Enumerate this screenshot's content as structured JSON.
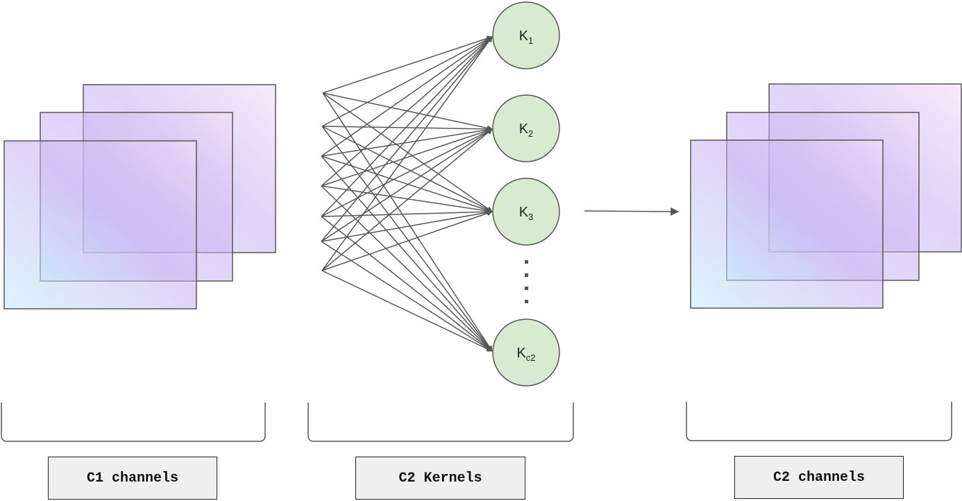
{
  "kernels": [
    {
      "base": "K",
      "sub": "1"
    },
    {
      "base": "K",
      "sub": "2"
    },
    {
      "base": "K",
      "sub": "3"
    },
    {
      "base": "K",
      "sub": "c2"
    }
  ],
  "captions": {
    "input": "C1 channels",
    "kernels": "C2 Kernels",
    "output": "C2 channels"
  },
  "colors": {
    "kernel_fill": "#d9ead3",
    "kernel_stroke": "#555555",
    "connection": "#555555",
    "layer_border": "#555555",
    "gradient_cyan": "#c6eefa",
    "gradient_violet": "#c7aef0",
    "gradient_pink": "#f1ddf5",
    "caption_fill": "#efefef"
  }
}
